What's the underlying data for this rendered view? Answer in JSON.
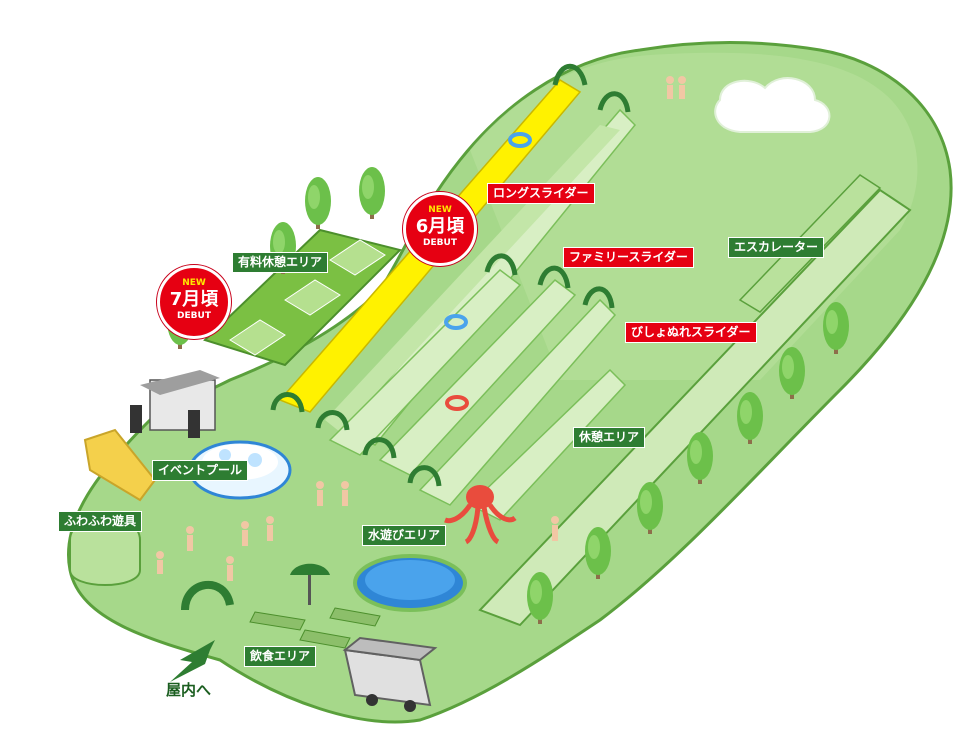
{
  "labels": {
    "long_slider": "ロングスライダー",
    "family_slider": "ファミリースライダー",
    "wet_slider": "びしょぬれスライダー",
    "escalator": "エスカレーター",
    "rest_area": "休憩エリア",
    "paid_rest_area": "有料休憩エリア",
    "event_pool": "イベントプール",
    "fluffy_play": "ふわふわ遊具",
    "water_play_area": "水遊びエリア",
    "food_area": "飲食エリア",
    "to_indoor": "屋内へ"
  },
  "badges": [
    {
      "new": "NEW",
      "when": "6月頃",
      "debut": "DEBUT"
    },
    {
      "new": "NEW",
      "when": "7月頃",
      "debut": "DEBUT"
    }
  ],
  "colors": {
    "grass": "#a6d88a",
    "grass_light": "#c3e6a8",
    "grass_edge": "#5aa03c",
    "slide_yellow": "#fff200",
    "slide_green": "#d8efc4",
    "label_green": "#2e7d32",
    "label_red": "#e60012",
    "pool_blue": "#2f86d6",
    "tree": "#6cc04a",
    "tree_dark": "#3e8e2a"
  },
  "icons": [
    "tree-icon",
    "octopus-icon",
    "umbrella-icon",
    "camper-icon",
    "stage-icon",
    "arrow-icon"
  ]
}
